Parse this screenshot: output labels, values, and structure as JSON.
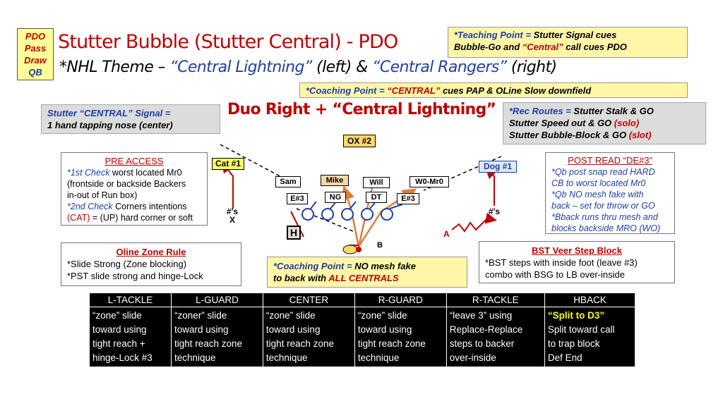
{
  "tag": {
    "line1": "PDO",
    "line2": "Pass",
    "line3": "Draw",
    "line4": "QB"
  },
  "title": {
    "main": "Stutter Bubble (Stutter Central) - PDO",
    "sub_prefix": "*NHL Theme – ",
    "sub_hl1": "“Central Lightning”",
    "sub_mid": " (left) & ",
    "sub_hl2": "“Central Rangers”",
    "sub_suffix": " (right)"
  },
  "teaching_point": {
    "label": "*Teaching Point = ",
    "t1": "Stutter Signal cues",
    "t2": "Bubble-Go and ",
    "t3": "“Central”",
    "t4": " call cues PDO"
  },
  "coaching_point_top": {
    "label": "*Coaching Point = ",
    "hl": "“CENTRAL”",
    "rest": " cues  PAP & OLine Slow downfield"
  },
  "signal": {
    "label": "Stutter “CENTRAL”  Signal =",
    "text": "1 hand tapping nose (center)"
  },
  "play_name": "Duo Right + “Central Lightning”",
  "rec_routes": {
    "label": "*Rec Routes = ",
    "l1": "Stutter Stalk & GO",
    "l2a": "Stutter Speed out & GO ",
    "l2b": "(solo)",
    "l3a": "Stutter Bubble-Block & GO ",
    "l3b": "(slot)"
  },
  "ox": "OX #2",
  "pre_access": {
    "heading": "PRE ACCESS",
    "c1a": "*1st Check",
    "c1b": " worst located Mr0",
    "c2": "(frontside or backside Backers",
    "c3": "in-out of Run box)",
    "c4a": "*2nd Check",
    "c4b": " Corners intentions",
    "c5a": "(CAT)",
    "c5b": " = (UP) hard corner or soft"
  },
  "post_read": {
    "heading": "POST READ “DE#3”",
    "l1": "*Qb post snap read HARD",
    "l2": "CB to worst located Mr0",
    "l3": "*Qb NO mesh fake with",
    "l4": "back – set for throw or GO",
    "l5": "*Bback runs thru mesh and",
    "l6": "blocks backside MRO (WO)"
  },
  "oline_zone": {
    "heading": "Oline Zone Rule",
    "l1": "*Slide Strong (Zone blocking)",
    "l2": "*PST slide strong and hinge-Lock"
  },
  "coaching_point_mid": {
    "label": "*Coaching Point = ",
    "rest": "NO mesh fake",
    "l2": "to back with ",
    "hl": "ALL CENTRALS"
  },
  "bst_veer": {
    "heading": "BST Veer Step Block",
    "l1": "*BST steps with inside foot (leave #3)",
    "l2": "combo with BSG to LB over-inside"
  },
  "field": {
    "cat": "Cat #1",
    "dog": "Dog #1",
    "sam": "Sam",
    "mike": "Mike",
    "will": "Will",
    "w0": "W0-Mr0",
    "e3_left": "E#3",
    "ng": "NG",
    "dt": "DT",
    "e3_right": "E#3",
    "h": "H",
    "x_num": "#'s",
    "x_label": "X",
    "z_num": "#'s",
    "a_label": "A",
    "b_label": "B"
  },
  "table": {
    "headers": [
      "L-TACKLE",
      "L-GUARD",
      "CENTER",
      "R-GUARD",
      "R-TACKLE",
      "HBACK"
    ],
    "cells": [
      [
        "“zone” slide",
        "toward using",
        "tight reach +",
        "hinge-Lock #3"
      ],
      [
        "“zoner” slide",
        "toward using",
        "tight reach zone",
        "technique"
      ],
      [
        "“zone” slide",
        "toward using",
        "tight reach zone",
        "technique"
      ],
      [
        "“zone” slide",
        "toward using",
        "tight reach zone",
        "technique"
      ],
      [
        "“leave 3” using",
        "Replace-Replace",
        "steps to backer",
        "over-inside"
      ],
      [
        "“Split to D3”",
        "Split toward call",
        "to trap block",
        "Def End"
      ]
    ]
  },
  "colors": {
    "red": "#c00000",
    "blue": "#1f3fa6",
    "orange": "#e07b39",
    "yellow": "#fff6a8"
  }
}
